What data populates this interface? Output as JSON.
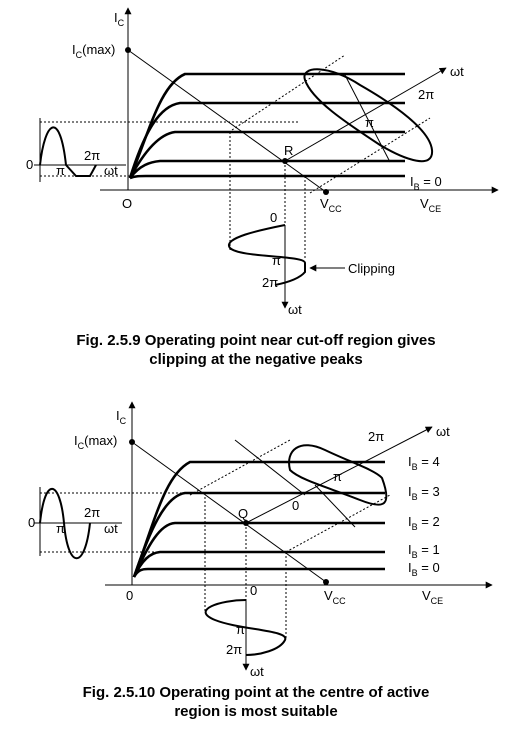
{
  "fig1": {
    "ic": "I",
    "ic_sub": "C",
    "icmax_i": "I",
    "icmax_sub": "C",
    "icmax_rest": "(max)",
    "origin": "O",
    "vcc": "V",
    "vcc_sub": "CC",
    "vce": "V",
    "vce_sub": "CE",
    "ib0": "I",
    "ib0_sub": "B",
    "ib0_rest": " = 0",
    "point": "R",
    "wt_right": "ωt",
    "two_pi_right": "2π",
    "pi_right": "π",
    "zero_left": "0",
    "pi_left": "π",
    "two_pi_left": "2π",
    "wt_left": "ωt",
    "zero_bottom": "0",
    "pi_bottom": "π",
    "two_pi_bottom": "2π",
    "wt_bottom": "ωt",
    "clipping": "Clipping",
    "caption_line1": "Fig. 2.5.9 Operating point near cut-off region gives",
    "caption_line2": "clipping at the negative peaks"
  },
  "fig2": {
    "ic": "I",
    "ic_sub": "C",
    "icmax_i": "I",
    "icmax_sub": "C",
    "icmax_rest": "(max)",
    "origin": "0",
    "vcc": "V",
    "vcc_sub": "CC",
    "vce": "V",
    "vce_sub": "CE",
    "point": "Q",
    "ib_labels": [
      {
        "main": "I",
        "sub": "B",
        "rest": " = 4"
      },
      {
        "main": "I",
        "sub": "B",
        "rest": " = 3"
      },
      {
        "main": "I",
        "sub": "B",
        "rest": " = 2"
      },
      {
        "main": "I",
        "sub": "B",
        "rest": " = 1"
      },
      {
        "main": "I",
        "sub": "B",
        "rest": " = 0"
      }
    ],
    "wt_right": "ωt",
    "two_pi_right": "2π",
    "pi_right": "π",
    "zero_right": "0",
    "zero_left": "0",
    "pi_left": "π",
    "two_pi_left": "2π",
    "wt_left": "ωt",
    "zero_bottom": "0",
    "pi_bottom": "π",
    "two_pi_bottom": "2π",
    "wt_bottom": "ωt",
    "caption_line1": "Fig. 2.5.10 Operating point at the centre of active",
    "caption_line2": "region is most suitable"
  }
}
